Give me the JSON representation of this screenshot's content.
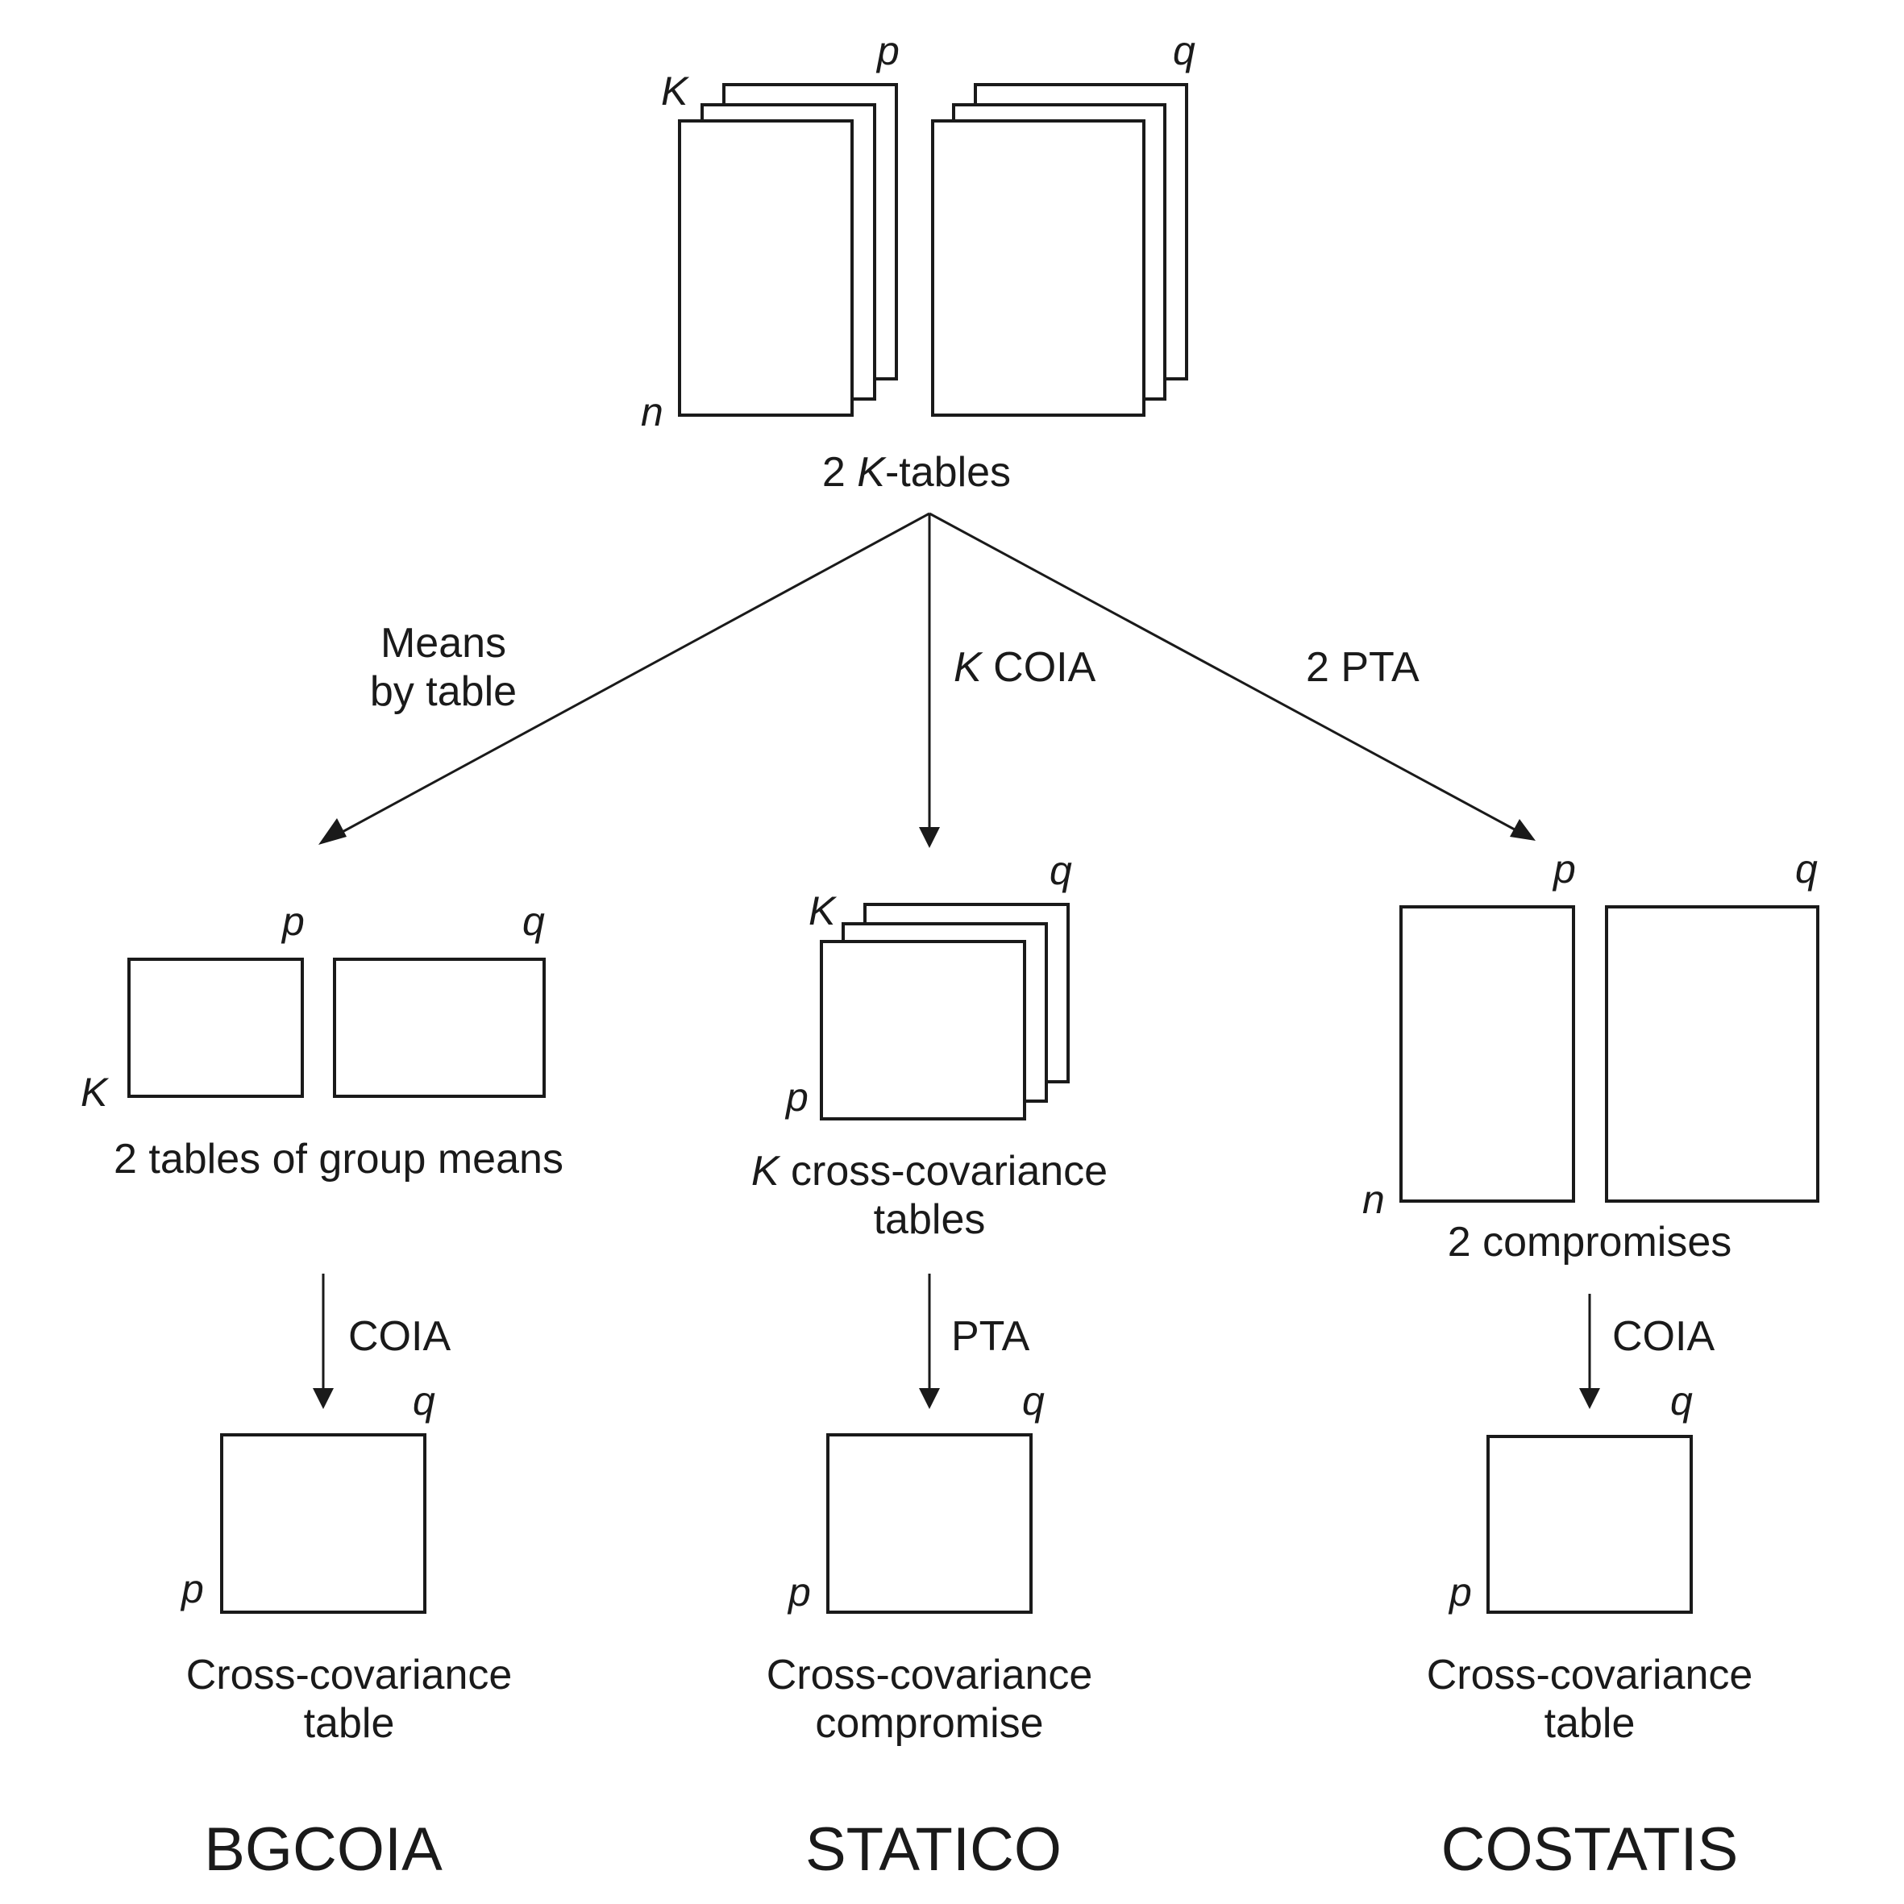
{
  "top": {
    "dims": {
      "k": "K",
      "p": "p",
      "q": "q",
      "n": "n"
    },
    "caption_prefix": "2 ",
    "caption_k": "K",
    "caption_suffix": "-tables"
  },
  "arrows": {
    "left_line1": "Means",
    "left_line2": "by table",
    "middle_k": "K",
    "middle_rest": " COIA",
    "right": "2 PTA"
  },
  "left": {
    "dims": {
      "p": "p",
      "q": "q",
      "k": "K"
    },
    "caption": "2 tables of group means",
    "step": "COIA",
    "result_dims": {
      "p": "p",
      "q": "q"
    },
    "result_line1": "Cross-covariance",
    "result_line2": "table",
    "method": "BGCOIA"
  },
  "middle": {
    "dims": {
      "k": "K",
      "q": "q",
      "p": "p"
    },
    "caption_k": "K",
    "caption_rest": " cross-covariance",
    "caption_line2": "tables",
    "step": "PTA",
    "result_dims": {
      "p": "p",
      "q": "q"
    },
    "result_line1": "Cross-covariance",
    "result_line2": "compromise",
    "method": "STATICO"
  },
  "right": {
    "dims": {
      "p": "p",
      "q": "q",
      "n": "n"
    },
    "caption": "2 compromises",
    "step": "COIA",
    "result_dims": {
      "p": "p",
      "q": "q"
    },
    "result_line1": "Cross-covariance",
    "result_line2": "table",
    "method": "COSTATIS"
  }
}
